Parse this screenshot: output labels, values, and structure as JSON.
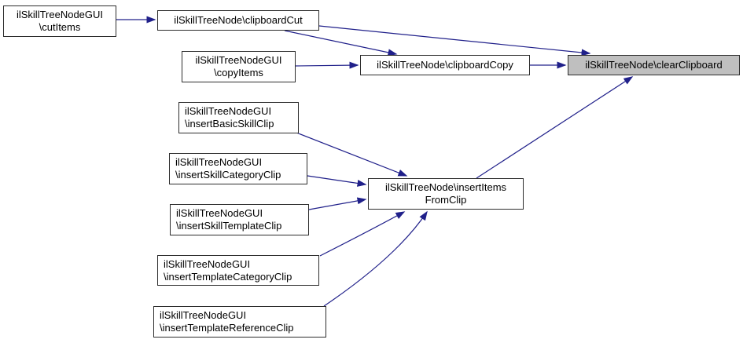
{
  "diagram": {
    "kind": "call-graph",
    "colors": {
      "background": "#ffffff",
      "edge": "#20208a",
      "node_border": "#2d2d2d",
      "node_fill": "#ffffff",
      "highlight_fill": "#bfbfbf",
      "text": "#000000"
    },
    "nodes": [
      {
        "id": "cutItems",
        "highlighted": false,
        "lines": [
          "ilSkillTreeNodeGUI",
          "\\cutItems"
        ]
      },
      {
        "id": "clipboardCut",
        "highlighted": false,
        "lines": [
          "ilSkillTreeNode\\clipboardCut"
        ]
      },
      {
        "id": "copyItems",
        "highlighted": false,
        "lines": [
          "ilSkillTreeNodeGUI",
          "\\copyItems"
        ]
      },
      {
        "id": "clipboardCopy",
        "highlighted": false,
        "lines": [
          "ilSkillTreeNode\\clipboardCopy"
        ]
      },
      {
        "id": "clearClipboard",
        "highlighted": true,
        "lines": [
          "ilSkillTreeNode\\clearClipboard"
        ]
      },
      {
        "id": "insertBasicSkillClip",
        "highlighted": false,
        "lines": [
          "ilSkillTreeNodeGUI",
          "\\insertBasicSkillClip"
        ]
      },
      {
        "id": "insertSkillCategoryClip",
        "highlighted": false,
        "lines": [
          "ilSkillTreeNodeGUI",
          "\\insertSkillCategoryClip"
        ]
      },
      {
        "id": "insertSkillTemplateClip",
        "highlighted": false,
        "lines": [
          "ilSkillTreeNodeGUI",
          "\\insertSkillTemplateClip"
        ]
      },
      {
        "id": "insertItemsFromClip",
        "highlighted": false,
        "lines": [
          "ilSkillTreeNode\\insertItems",
          "FromClip"
        ]
      },
      {
        "id": "insertTemplateCategoryClip",
        "highlighted": false,
        "lines": [
          "ilSkillTreeNodeGUI",
          "\\insertTemplateCategoryClip"
        ]
      },
      {
        "id": "insertTemplateReferenceClip",
        "highlighted": false,
        "lines": [
          "ilSkillTreeNodeGUI",
          "\\insertTemplateReferenceClip"
        ]
      }
    ],
    "edges": [
      {
        "from": "cutItems",
        "to": "clipboardCut"
      },
      {
        "from": "clipboardCut",
        "to": "clipboardCopy"
      },
      {
        "from": "clipboardCut",
        "to": "clearClipboard"
      },
      {
        "from": "copyItems",
        "to": "clipboardCopy"
      },
      {
        "from": "clipboardCopy",
        "to": "clearClipboard"
      },
      {
        "from": "insertItemsFromClip",
        "to": "clearClipboard"
      },
      {
        "from": "insertBasicSkillClip",
        "to": "insertItemsFromClip"
      },
      {
        "from": "insertSkillCategoryClip",
        "to": "insertItemsFromClip"
      },
      {
        "from": "insertSkillTemplateClip",
        "to": "insertItemsFromClip"
      },
      {
        "from": "insertTemplateCategoryClip",
        "to": "insertItemsFromClip"
      },
      {
        "from": "insertTemplateReferenceClip",
        "to": "insertItemsFromClip"
      }
    ]
  }
}
